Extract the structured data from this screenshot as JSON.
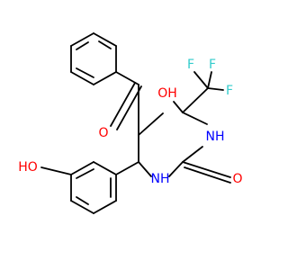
{
  "molecule": {
    "colors": {
      "bond": "#000000",
      "oxygen": "#ff0000",
      "nitrogen": "#0000ff",
      "fluorine": "#33cccc"
    },
    "labels": {
      "carbonyl_o": "O",
      "oh_top": "OH",
      "f1": "F",
      "f2": "F",
      "f3": "F",
      "nh_top": "NH",
      "ring_o": "O",
      "nh_bottom": "NH",
      "phenol_oh": "HO"
    }
  }
}
